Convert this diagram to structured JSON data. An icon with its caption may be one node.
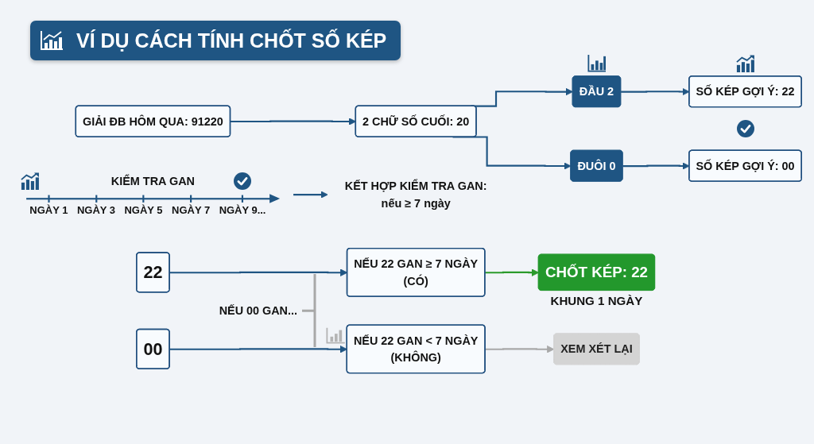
{
  "diagram": {
    "title": "VÍ DỤ CÁCH TÍNH CHỐT SỐ KÉP",
    "nodes": [
      {
        "text": [
          "GIẢI ĐB HÔM QUA: 91220"
        ]
      },
      {
        "text": [
          "2 CHỮ SỐ CUỐI: 20"
        ]
      },
      {
        "text": [
          "ĐẦU 2"
        ]
      },
      {
        "text": [
          "ĐUÔI 0"
        ]
      },
      {
        "text": [
          "SỐ KÉP GỢI Ý: 22"
        ]
      },
      {
        "text": [
          "SỐ KÉP GỢI Ý: 00"
        ]
      },
      {
        "text": [
          "KIỂM TRA GAN",
          "NGÀY 1",
          "NGÀY 3",
          "NGÀY 5",
          "NGÀY 7",
          "NGÀY 9..."
        ]
      },
      {
        "text": [
          "KẾT HỢP KIỂM TRA GAN: nếu ≥ 7 ngày"
        ]
      },
      {
        "text": [
          "22"
        ]
      },
      {
        "text": [
          "00"
        ]
      },
      {
        "text": [
          "NẾU 22 GAN ≥ 7 NGÀY",
          "(CÓ)"
        ]
      },
      {
        "text": [
          "NẾU 22 GAN < 7 NGÀY",
          "(KHÔNG)"
        ]
      },
      {
        "text": [
          "CHỐT KÉP: 22"
        ],
        "beside": [
          "KHUNG 1 NGÀY"
        ]
      },
      {
        "text": [
          "XEM XÉT LẠI"
        ]
      }
    ],
    "edges": [
      {
        "from": 0,
        "to": 1,
        "arrow": "to"
      },
      {
        "from": 1,
        "to": 2,
        "arrow": "to"
      },
      {
        "from": 1,
        "to": 3,
        "arrow": "to"
      },
      {
        "from": 2,
        "to": 4,
        "arrow": "to"
      },
      {
        "from": 3,
        "to": 5,
        "arrow": "to"
      },
      {
        "from": 6,
        "to": 7,
        "arrow": "to"
      },
      {
        "from": 8,
        "to": 10,
        "arrow": "to"
      },
      {
        "from": 9,
        "to": 11,
        "arrow": "to"
      },
      {
        "from": 10,
        "to": 12,
        "arrow": "to",
        "color": "#2b9a2b"
      },
      {
        "from": 11,
        "to": 13,
        "arrow": "to",
        "color": "#a8a8a8"
      }
    ],
    "labels": [
      "NẾU 00 GAN..."
    ]
  }
}
